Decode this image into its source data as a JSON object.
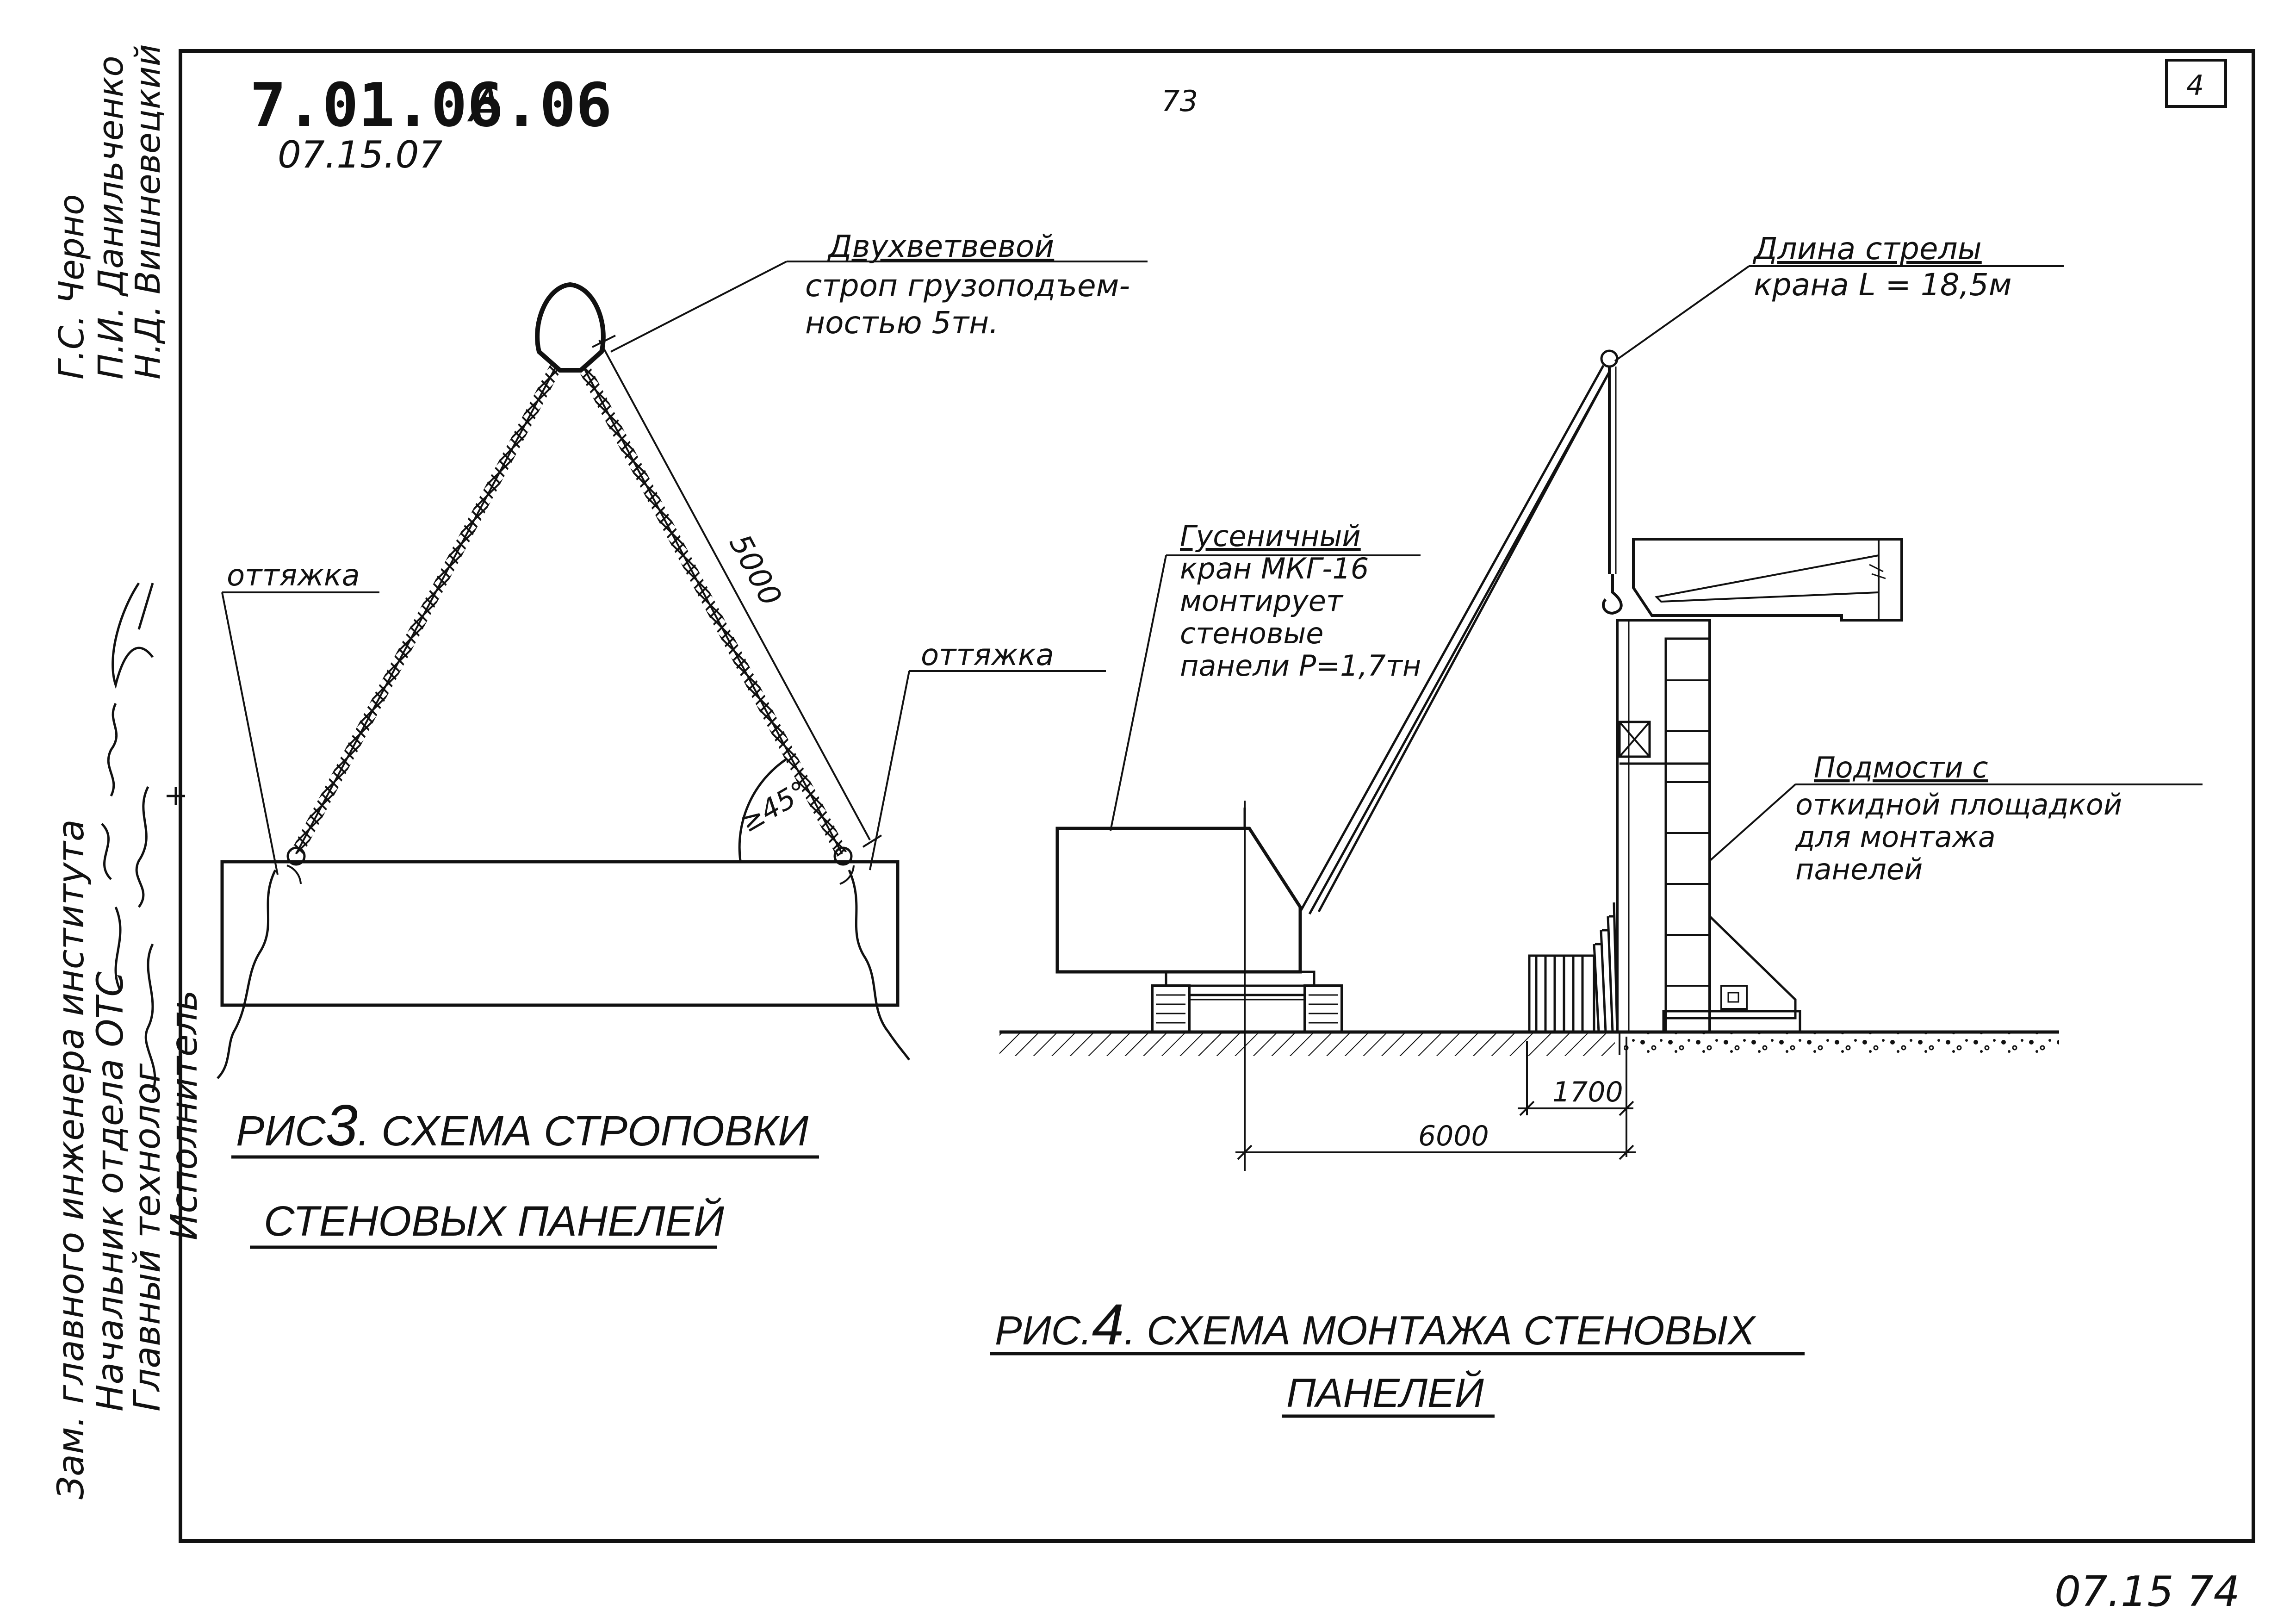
{
  "title_block": {
    "doc_number": "7.01.06.06",
    "doc_suffix": "А",
    "doc_sub": "07.15.07",
    "page_number": "73",
    "corner_number": "4",
    "footer": "07.15  74"
  },
  "signatures": {
    "roles": [
      "Зам. главного инженера института",
      "Начальник отдела ОТС",
      "Главный технолог",
      "Исполнитель"
    ],
    "names": [
      "Г.С. Черно",
      "П.И. Данильченко",
      "Н.Д. Вишневецкий"
    ]
  },
  "figure3": {
    "sling_label_1": "Двухветвевой",
    "sling_label_2": "строп грузоподъем-",
    "sling_label_3": "ностью 5тн.",
    "guy_left": "оттяжка",
    "guy_right": "оттяжка",
    "length_dim": "5000",
    "angle_label": "≥45°",
    "caption_1_prefix": "РИС",
    "caption_1_num": "3",
    "caption_1_text": ". СХЕМА СТРОПОВКИ",
    "caption_2": "СТЕНОВЫХ ПАНЕЛЕЙ"
  },
  "figure4": {
    "boom_label_1": "Длина стрелы",
    "boom_label_2": "крана L = 18,5м",
    "crane_label_1": "Гусеничный",
    "crane_label_2": "кран МКГ-16",
    "crane_label_3": "монтирует",
    "crane_label_4": "стеновые",
    "crane_label_5": "панели P=1,7тн",
    "scaffold_label_1": "Подмости с",
    "scaffold_label_2": "откидной площадкой",
    "scaffold_label_3": "для монтажа",
    "scaffold_label_4": "панелей",
    "dim_1700": "1700",
    "dim_6000": "6000",
    "caption_1_prefix": "РИС.",
    "caption_1_num": "4",
    "caption_1_text": ". СХЕМА   МОНТАЖА СТЕНОВЫХ",
    "caption_2": "ПАНЕЛЕЙ"
  }
}
